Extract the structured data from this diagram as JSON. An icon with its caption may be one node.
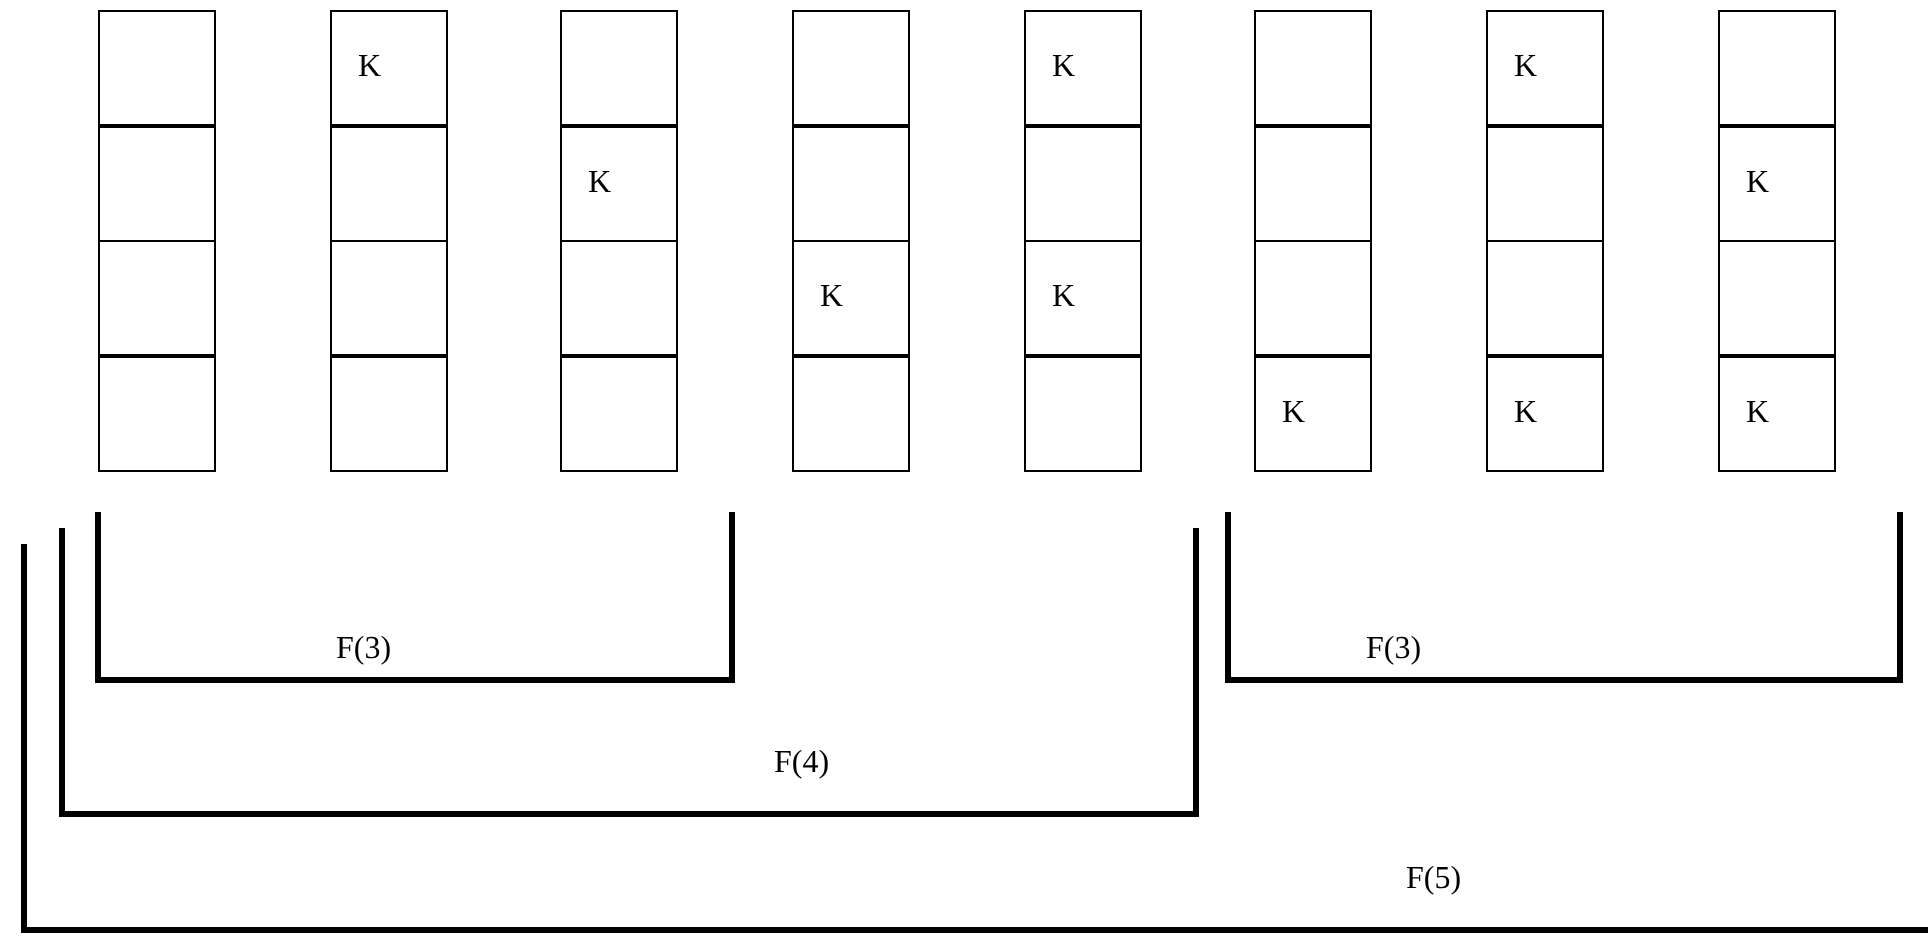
{
  "diagram": {
    "nodes": [
      {
        "text": [],
        "shape": "box"
      },
      {
        "text": [
          "K"
        ]
      },
      {
        "text": [],
        "shape": "box"
      },
      {
        "text": [],
        "shape": "box"
      },
      {
        "text": [
          "K"
        ]
      },
      {
        "text": [],
        "shape": "box"
      },
      {
        "text": [
          "K"
        ]
      },
      {
        "text": [],
        "shape": "box"
      },
      {
        "text": [],
        "shape": "box"
      },
      {
        "text": [],
        "shape": "box"
      },
      {
        "text": [
          "K"
        ]
      },
      {
        "text": [],
        "shape": "box"
      },
      {
        "text": [],
        "shape": "box"
      },
      {
        "text": [],
        "shape": "box"
      },
      {
        "text": [],
        "shape": "box"
      },
      {
        "text": [
          "K"
        ]
      },
      {
        "text": [],
        "shape": "box"
      },
      {
        "text": [],
        "shape": "box"
      },
      {
        "text": [],
        "shape": "box"
      },
      {
        "text": [
          "K"
        ]
      },
      {
        "text": [
          "K"
        ]
      },
      {
        "text": [],
        "shape": "box"
      },
      {
        "text": [],
        "shape": "box"
      },
      {
        "text": [],
        "shape": "box"
      },
      {
        "text": [],
        "shape": "box"
      },
      {
        "text": [],
        "shape": "box"
      },
      {
        "text": [],
        "shape": "box"
      },
      {
        "text": [],
        "shape": "box"
      },
      {
        "text": [],
        "shape": "box"
      },
      {
        "text": [
          "K"
        ]
      },
      {
        "text": [
          "K"
        ]
      },
      {
        "text": [
          "K"
        ]
      }
    ],
    "labels": [
      "F(3)",
      "F(3)",
      "F(4)",
      "F(5)"
    ]
  }
}
